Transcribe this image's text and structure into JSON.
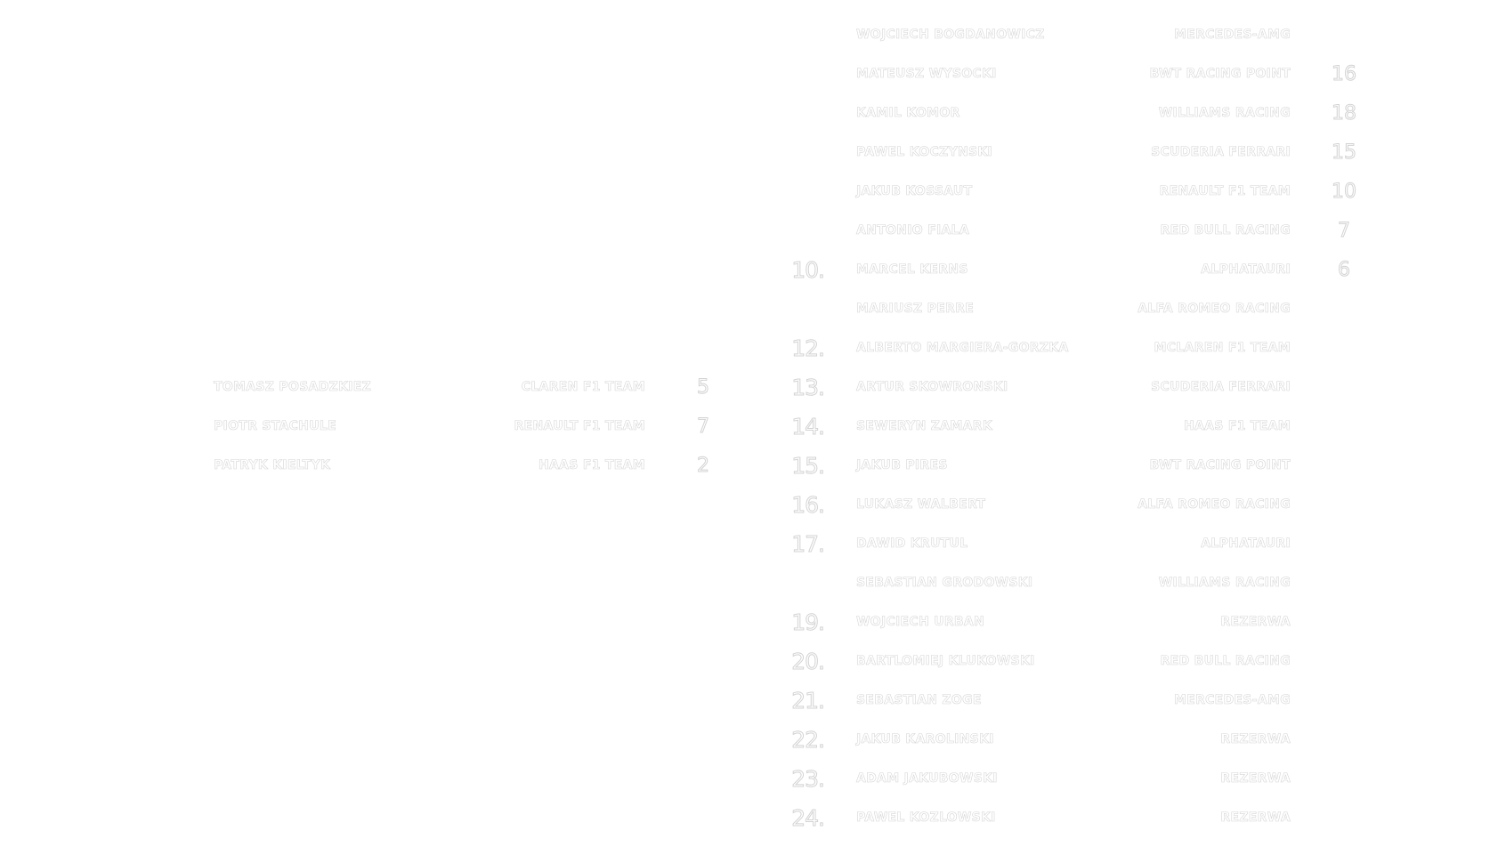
{
  "left_rows": [
    {
      "name": "TOMASZ POSADZKIEZ",
      "team": "CLAREN F1 TEAM",
      "points": "5"
    },
    {
      "name": "PIOTR STACHULE",
      "team": "RENAULT F1 TEAM",
      "points": "7"
    },
    {
      "name": "PATRYK KIELTYK",
      "team": "HAAS F1 TEAM",
      "points": "2"
    }
  ],
  "right_rows": [
    {
      "pos": "",
      "name": "WOJCIECH BOGDANOWICZ",
      "team": "MERCEDES-AMG",
      "points": ""
    },
    {
      "pos": "",
      "name": "MATEUSZ WYSOCKI",
      "team": "BWT RACING POINT",
      "points": "16"
    },
    {
      "pos": "",
      "name": "KAMIL KOMOR",
      "team": "WILLIAMS RACING",
      "points": "18"
    },
    {
      "pos": "",
      "name": "PAWEL KOCZYNSKI",
      "team": "SCUDERIA FERRARI",
      "points": "15"
    },
    {
      "pos": "",
      "name": "JAKUB KOSSAUT",
      "team": "RENAULT F1 TEAM",
      "points": "10"
    },
    {
      "pos": "",
      "name": "ANTONIO FIALA",
      "team": "RED BULL RACING",
      "points": "7"
    },
    {
      "pos": "10.",
      "name": "MARCEL KERNS",
      "team": "ALPHATAURI",
      "points": "6"
    },
    {
      "pos": "",
      "name": "MARIUSZ PERRE",
      "team": "ALFA ROMEO RACING",
      "points": ""
    },
    {
      "pos": "12.",
      "name": "ALBERTO MARGIERA-GORZKA",
      "team": "MCLAREN F1 TEAM",
      "points": ""
    },
    {
      "pos": "13.",
      "name": "ARTUR SKOWRONSKI",
      "team": "SCUDERIA FERRARI",
      "points": ""
    },
    {
      "pos": "14.",
      "name": "SEWERYN ZAMARK",
      "team": "HAAS F1 TEAM",
      "points": ""
    },
    {
      "pos": "15.",
      "name": "JAKUB PIRES",
      "team": "BWT RACING POINT",
      "points": ""
    },
    {
      "pos": "16.",
      "name": "LUKASZ WALBERT",
      "team": "ALFA ROMEO RACING",
      "points": ""
    },
    {
      "pos": "17.",
      "name": "DAWID KRUTUL",
      "team": "ALPHATAURI",
      "points": ""
    },
    {
      "pos": "",
      "name": "SEBASTIAN GRODOWSKI",
      "team": "WILLIAMS RACING",
      "points": ""
    },
    {
      "pos": "19.",
      "name": "WOJCIECH URBAN",
      "team": "REZERWA",
      "points": ""
    },
    {
      "pos": "20.",
      "name": "BARTLOMIEJ KLUKOWSKI",
      "team": "RED BULL RACING",
      "points": ""
    },
    {
      "pos": "21.",
      "name": "SEBASTIAN ZOGE",
      "team": "MERCEDES-AMG",
      "points": ""
    },
    {
      "pos": "22.",
      "name": "JAKUB KAROLINSKI",
      "team": "REZERWA",
      "points": ""
    },
    {
      "pos": "23.",
      "name": "ADAM JAKUBOWSKI",
      "team": "REZERWA",
      "points": ""
    },
    {
      "pos": "24.",
      "name": "PAWEL KOZLOWSKI",
      "team": "REZERWA",
      "points": ""
    }
  ],
  "colors": {
    "background": "#ffffff",
    "outline": "#d3d3d3"
  }
}
